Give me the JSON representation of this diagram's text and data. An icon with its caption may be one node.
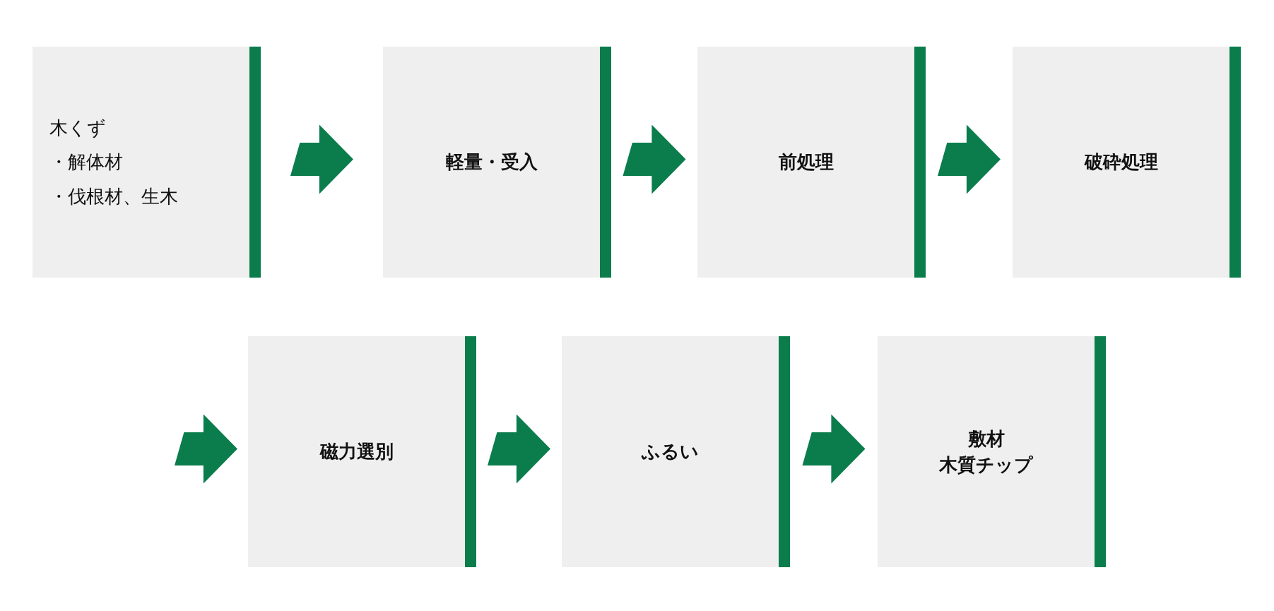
{
  "diagram": {
    "nodes": [
      {
        "text": [
          "木くず",
          "・解体材",
          "・伐根材、生木"
        ]
      },
      {
        "text": [
          "軽量・受入"
        ]
      },
      {
        "text": [
          "前処理"
        ]
      },
      {
        "text": [
          "破砕処理"
        ]
      },
      {
        "text": [
          "磁力選別"
        ]
      },
      {
        "text": [
          "ふるい"
        ]
      },
      {
        "text": [
          "敷材",
          "木質チップ"
        ]
      }
    ],
    "edges": [
      {
        "from": 0,
        "to": 1,
        "arrow": "to"
      },
      {
        "from": 1,
        "to": 2,
        "arrow": "to"
      },
      {
        "from": 2,
        "to": 3,
        "arrow": "to"
      },
      {
        "from": null,
        "to": 4,
        "arrow": "to"
      },
      {
        "from": 4,
        "to": 5,
        "arrow": "to"
      },
      {
        "from": 5,
        "to": 6,
        "arrow": "to"
      }
    ]
  }
}
